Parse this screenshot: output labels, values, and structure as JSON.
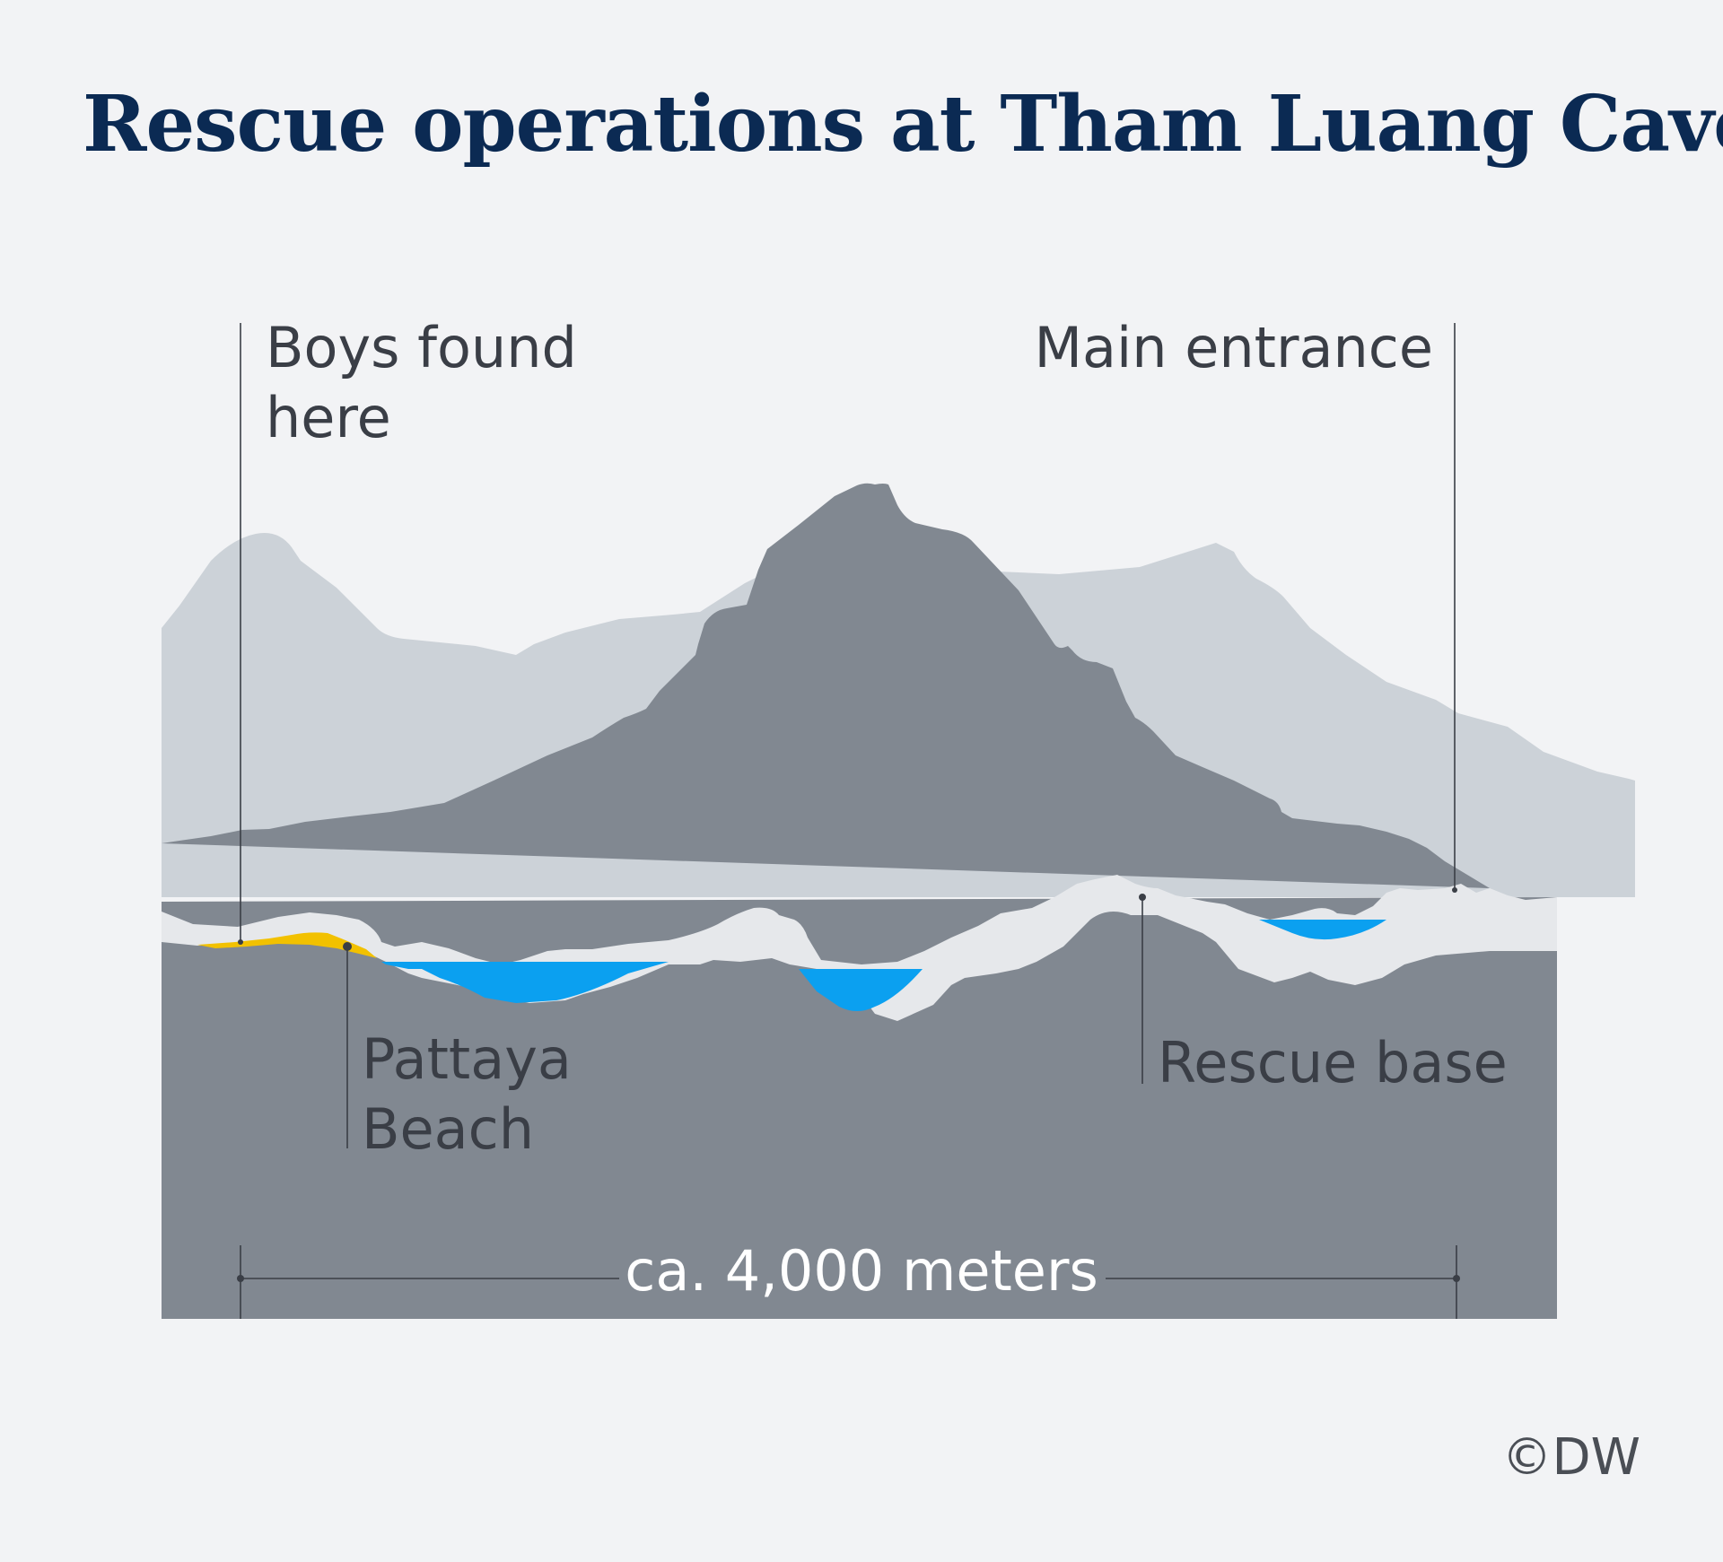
{
  "title": "Rescue operations at Tham Luang Cave",
  "labels": {
    "boys_found": "Boys found\nhere",
    "main_entrance": "Main entrance",
    "pattaya_beach": "Pattaya\nBeach",
    "rescue_base": "Rescue base"
  },
  "distance": "ca. 4,000 meters",
  "credit": "©DW",
  "colors": {
    "background": "#f2f3f5",
    "title": "#0b2a53",
    "far_mountain": "#ccd2d8",
    "near_mountain": "#818891",
    "cave_passage": "#e6e8eb",
    "water": "#0ba0f0",
    "pattaya_beach": "#f2c100",
    "text": "#3a3e46"
  }
}
